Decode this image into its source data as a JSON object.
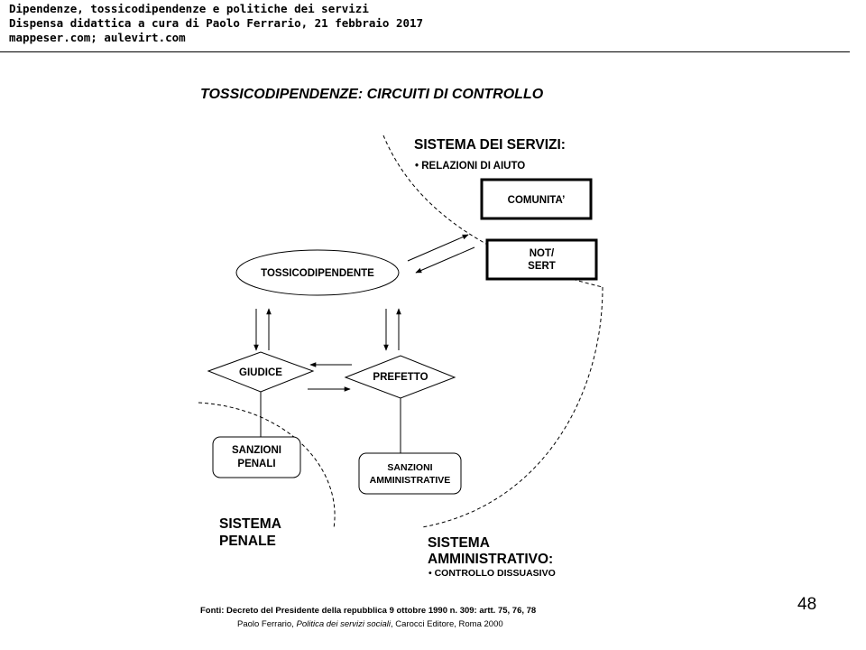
{
  "header": {
    "line1": "Dipendenze, tossicodipendenze e politiche dei servizi",
    "line2": "Dispensa didattica a cura di Paolo Ferrario, 21 febbraio 2017",
    "line3": "mappeser.com; aulevirt.com"
  },
  "page_number": "48",
  "diagram": {
    "title": "TOSSICODIPENDENZE:  CIRCUITI DI CONTROLLO",
    "sistema_servizi": {
      "title": "SISTEMA DEI SERVIZI:",
      "bullet": "• RELAZIONI DI AIUTO",
      "box_comunita": "COMUNITA’",
      "box_not_line1": "NOT/",
      "box_not_line2": "SERT"
    },
    "tossicodipendente": "TOSSICODIPENDENTE",
    "giudice": "GIUDICE",
    "prefetto": "PREFETTO",
    "sanzioni_penali_line1": "SANZIONI",
    "sanzioni_penali_line2": "PENALI",
    "sanzioni_amm_line1": "SANZIONI",
    "sanzioni_amm_line2": "AMMINISTRATIVE",
    "sistema_penale_line1": "SISTEMA",
    "sistema_penale_line2": "PENALE",
    "sistema_amm_line1": "SISTEMA",
    "sistema_amm_line2": "AMMINISTRATIVO:",
    "sistema_amm_bullet": "• CONTROLLO DISSUASIVO",
    "source": "Fonti: Decreto del Presidente della repubblica 9 ottobre 1990 n. 309: artt. 75, 76, 78",
    "citation_author": "Paolo Ferrario, ",
    "citation_title": "Politica dei servizi sociali",
    "citation_rest": ", Carocci Editore, Roma 2000"
  }
}
